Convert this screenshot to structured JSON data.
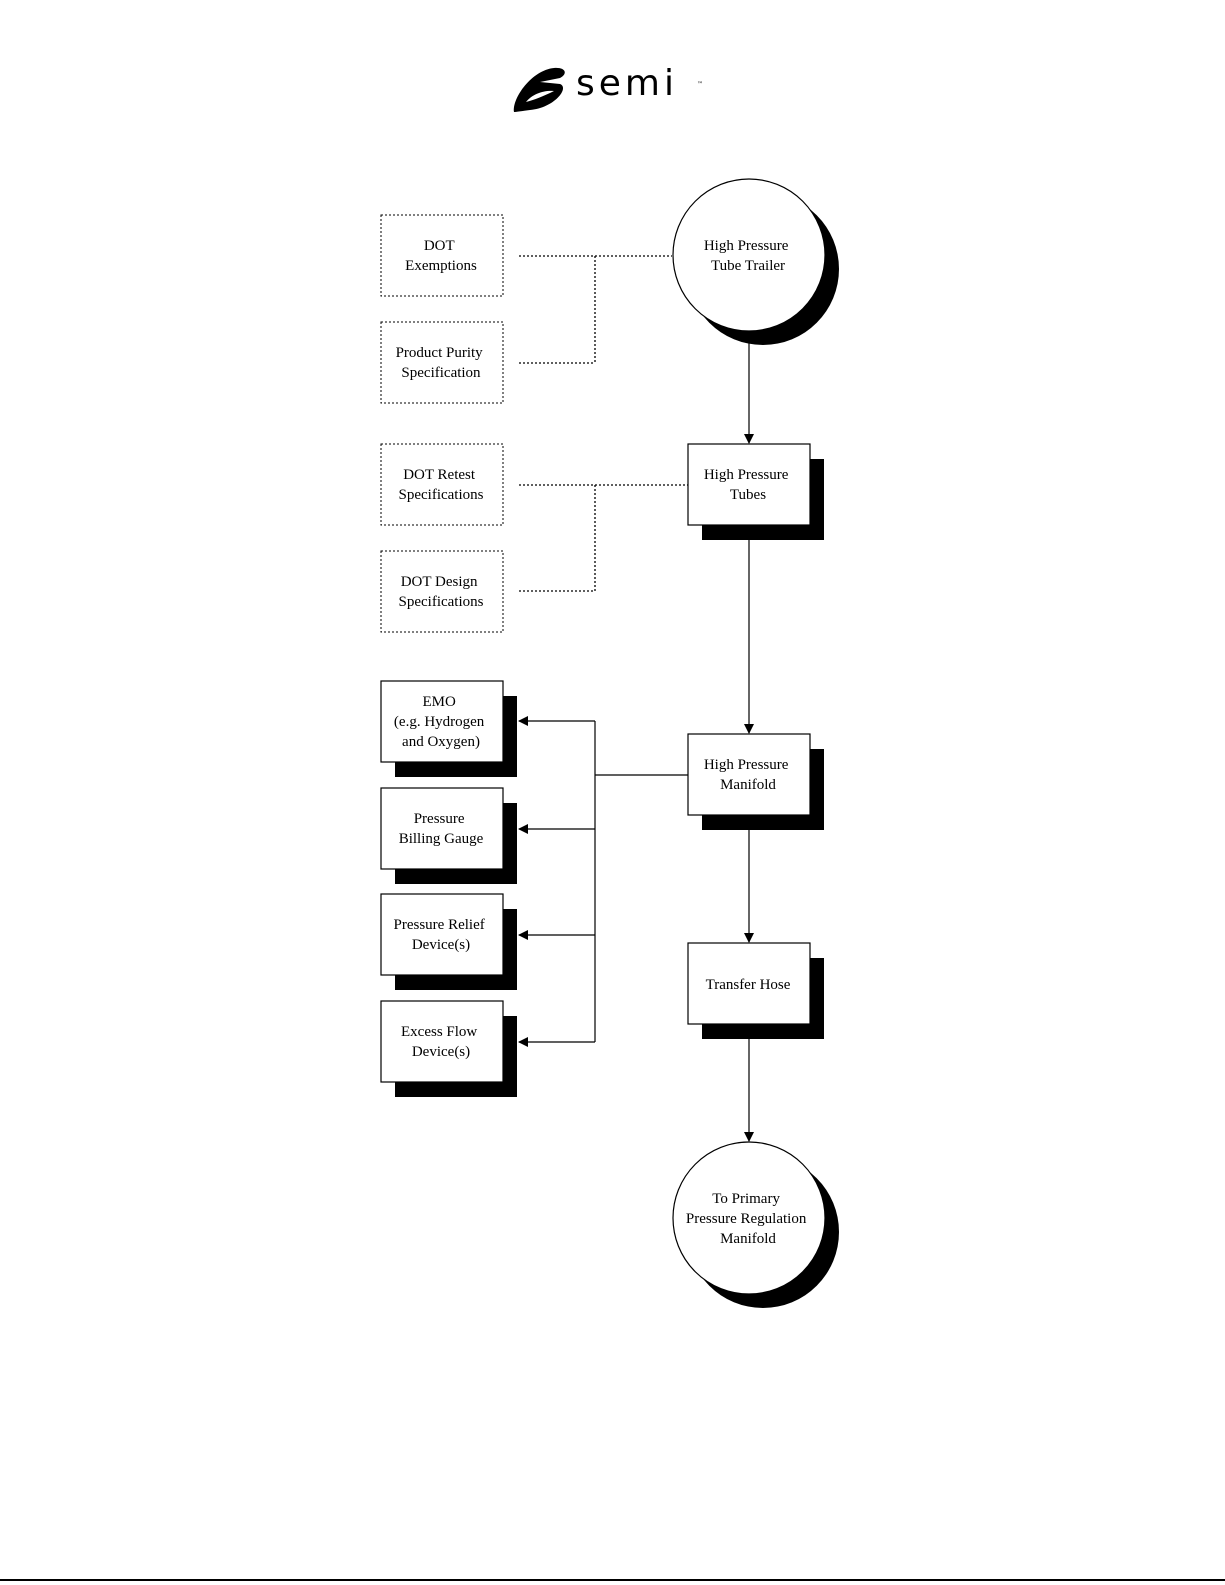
{
  "logo": {
    "text": "semi",
    "tm": "™"
  },
  "nodes": {
    "tube_trailer": [
      "High Pressure",
      "Tube Trailer"
    ],
    "tubes": [
      "High Pressure",
      "Tubes"
    ],
    "manifold": [
      "High Pressure",
      "Manifold"
    ],
    "transfer_hose": [
      "Transfer Hose"
    ],
    "primary_manifold": [
      "To Primary",
      "Pressure Regulation",
      "Manifold"
    ],
    "dot_exemptions": [
      "DOT",
      "Exemptions"
    ],
    "product_purity": [
      "Product Purity",
      "Specification"
    ],
    "dot_retest": [
      "DOT Retest",
      "Specifications"
    ],
    "dot_design": [
      "DOT Design",
      "Specifications"
    ],
    "emo": [
      "EMO",
      "(e.g. Hydrogen",
      "and Oxygen)"
    ],
    "billing_gauge": [
      "Pressure",
      "Billing Gauge"
    ],
    "relief_device": [
      "Pressure Relief",
      "Device(s)"
    ],
    "excess_flow": [
      "Excess Flow",
      "Device(s)"
    ]
  }
}
